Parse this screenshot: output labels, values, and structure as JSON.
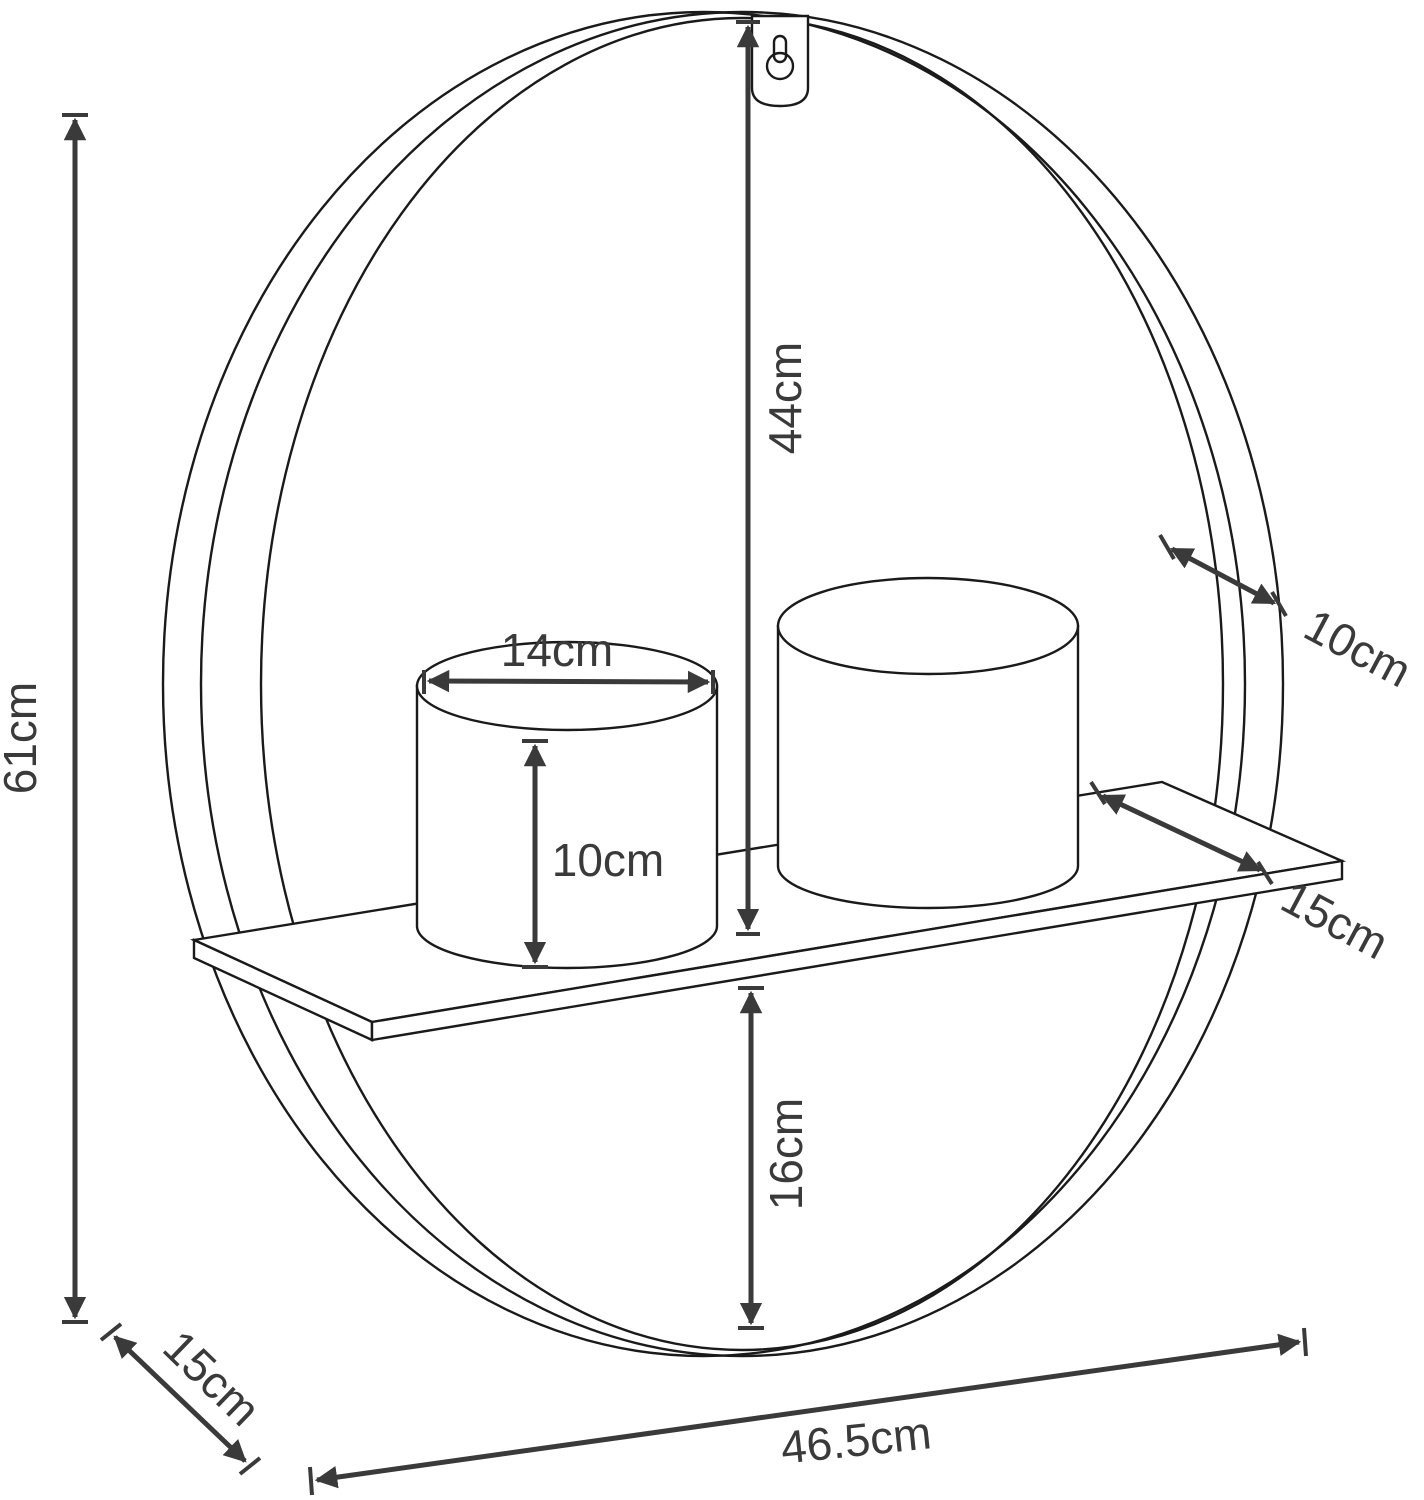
{
  "diagram": {
    "dimensions": {
      "total_height": "61cm",
      "depth": "15cm",
      "width": "46.5cm",
      "top_clearance": "44cm",
      "bottom_clearance": "16cm",
      "ring_thickness": "10cm",
      "shelf_depth": "15cm",
      "pot_diameter": "14cm",
      "pot_height": "10cm"
    },
    "colors": {
      "outline": "#1a1a1a",
      "dimension": "#3a3a3a",
      "background": "#ffffff"
    }
  }
}
